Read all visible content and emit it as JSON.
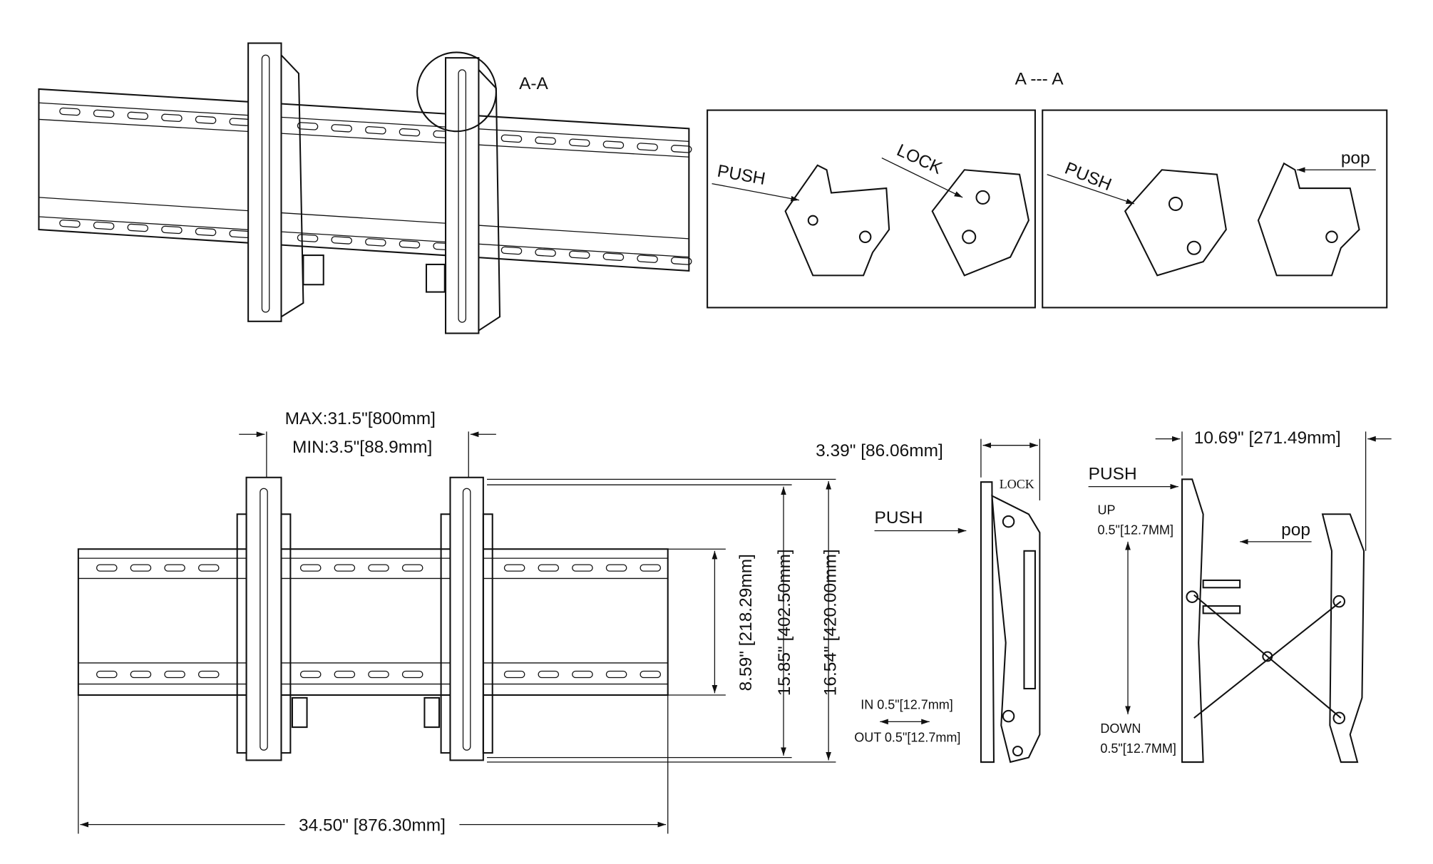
{
  "top_view": {
    "detail_marker": "A-A"
  },
  "section": {
    "title": "A --- A",
    "panel_left": {
      "push": "PUSH",
      "lock": "LOCK"
    },
    "panel_right": {
      "push": "PUSH",
      "pop": "pop"
    }
  },
  "front_view": {
    "max_spacing": "MAX:31.5\"[800mm]",
    "min_spacing": "MIN:3.5\"[88.9mm]",
    "rail_height": "8.59\" [218.29mm]",
    "travel_height": "15.85\" [402.50mm]",
    "bracket_height": "16.54\" [420.00mm]",
    "total_width": "34.50\" [876.30mm]"
  },
  "side_view_locked": {
    "depth": "3.39\" [86.06mm]",
    "lock": "LOCK",
    "push": "PUSH",
    "in_adjust": "IN  0.5\"[12.7mm]",
    "out_adjust": "OUT  0.5\"[12.7mm]"
  },
  "side_view_extended": {
    "depth": "10.69\" [271.49mm]",
    "push": "PUSH",
    "up": "UP",
    "up_value": "0.5\"[12.7MM]",
    "pop": "pop",
    "down": "DOWN",
    "down_value": "0.5\"[12.7MM]"
  }
}
